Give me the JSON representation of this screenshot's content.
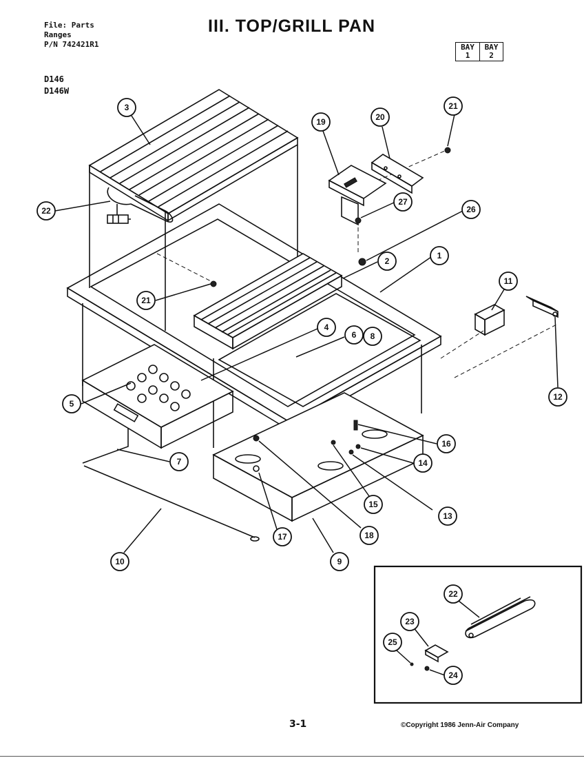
{
  "header": {
    "file_line": "File: Parts",
    "category_line": "Ranges",
    "part_number_line": "P/N 742421R1",
    "models": [
      "D146",
      "D146W"
    ],
    "title": "III. TOP/GRILL PAN",
    "bays": [
      {
        "label": "BAY",
        "number": "1"
      },
      {
        "label": "BAY",
        "number": "2"
      }
    ]
  },
  "callouts": {
    "c1": "1",
    "c2": "2",
    "c3": "3",
    "c4": "4",
    "c5": "5",
    "c6": "6",
    "c7": "7",
    "c8": "8",
    "c9": "9",
    "c10": "10",
    "c11": "11",
    "c12": "12",
    "c13": "13",
    "c14": "14",
    "c15": "15",
    "c16": "16",
    "c17": "17",
    "c18": "18",
    "c19": "19",
    "c20": "20",
    "c21a": "21",
    "c21b": "21",
    "c22": "22",
    "c26": "26",
    "c27": "27",
    "inset_22": "22",
    "inset_23": "23",
    "inset_24": "24",
    "inset_25": "25"
  },
  "footer": {
    "page_number": "3-1",
    "copyright": "©Copyright 1986 Jenn-Air Company"
  }
}
